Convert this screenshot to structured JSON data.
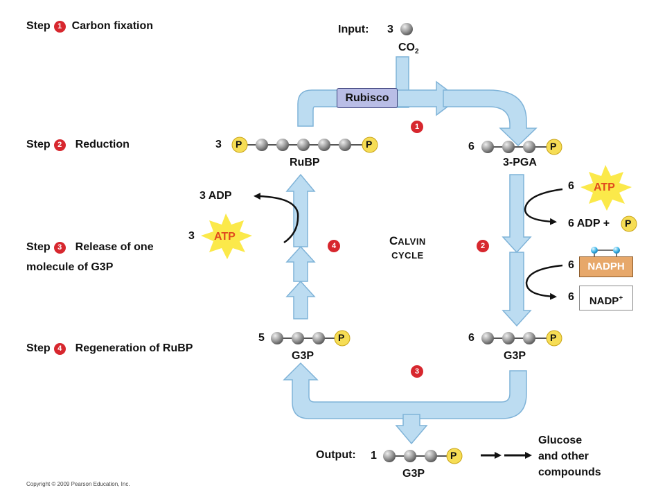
{
  "steps": [
    {
      "number": "1",
      "before": "Step",
      "label": "Carbon fixation"
    },
    {
      "number": "2",
      "before": "Step",
      "label": "Reduction"
    },
    {
      "number": "3",
      "before": "Step",
      "label": "Release of one",
      "label2": "molecule of G3P"
    },
    {
      "number": "4",
      "before": "Step",
      "label": "Regeneration of RuBP"
    }
  ],
  "input": {
    "label": "Input:",
    "count": "3",
    "molecule": "CO",
    "subscript": "2"
  },
  "enzyme": "Rubisco",
  "cycle": {
    "line1": "CALVIN",
    "line2": "CYCLE",
    "cap1": "C",
    "rest1": "ALVIN"
  },
  "cycle_badges": [
    "1",
    "2",
    "3",
    "4"
  ],
  "molecules": {
    "rubp": {
      "count": "3",
      "name": "RuBP",
      "phosphate": "P"
    },
    "pga": {
      "count": "6",
      "name": "3-PGA",
      "phosphate": "P"
    },
    "g3p_left": {
      "count": "5",
      "name": "G3P",
      "phosphate": "P"
    },
    "g3p_right": {
      "count": "6",
      "name": "G3P",
      "phosphate": "P"
    },
    "g3p_out": {
      "count": "1",
      "name": "G3P",
      "phosphate": "P"
    }
  },
  "reduction": {
    "atp_count": "6",
    "atp": "ATP",
    "adp_text": "6 ADP +",
    "adp_p": "P",
    "nadph_count": "6",
    "nadph": "NADPH",
    "nadp_count": "6",
    "nadp": "NADP",
    "nadp_sup": "+"
  },
  "regeneration": {
    "atp_count": "3",
    "atp": "ATP",
    "adp_text": "3 ADP"
  },
  "output": {
    "label": "Output:",
    "products": [
      "Glucose",
      "and other",
      "compounds"
    ]
  },
  "copyright": "Copyright © 2009 Pearson Education, Inc.",
  "colors": {
    "arrow_fill": "#bcdcf1",
    "arrow_stroke": "#7fb3d8",
    "badge": "#d7272e",
    "phosphate": "#f6dd55",
    "atp_burst": "#fbe94a",
    "atp_text": "#e0491e",
    "rubisco": "#b9bde6",
    "nadph": "#e7a86a",
    "carbon": "#8d8d8d"
  }
}
